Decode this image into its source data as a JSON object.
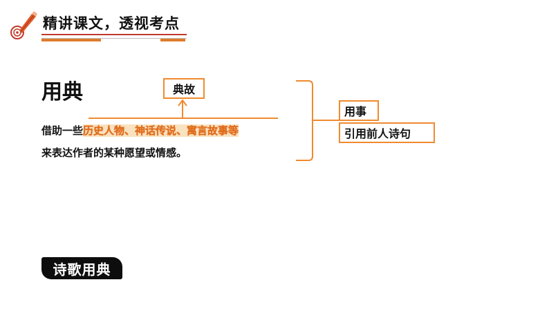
{
  "header": {
    "title": "精讲课文，透视考点"
  },
  "concept": {
    "title": "用典",
    "tag_box": "典故",
    "definition": {
      "prefix": "借助一些",
      "highlight": "历史人物、神话传说、寓言故事等",
      "line2": "来表达作者的某种愿望或情感。"
    }
  },
  "branches": {
    "item1": "用事",
    "item2": "引用前人诗句"
  },
  "footer_label": "诗歌用典",
  "colors": {
    "accent_orange": "#ef8a2e",
    "highlight_text": "#e06c1c",
    "header_red": "#c0392b"
  }
}
